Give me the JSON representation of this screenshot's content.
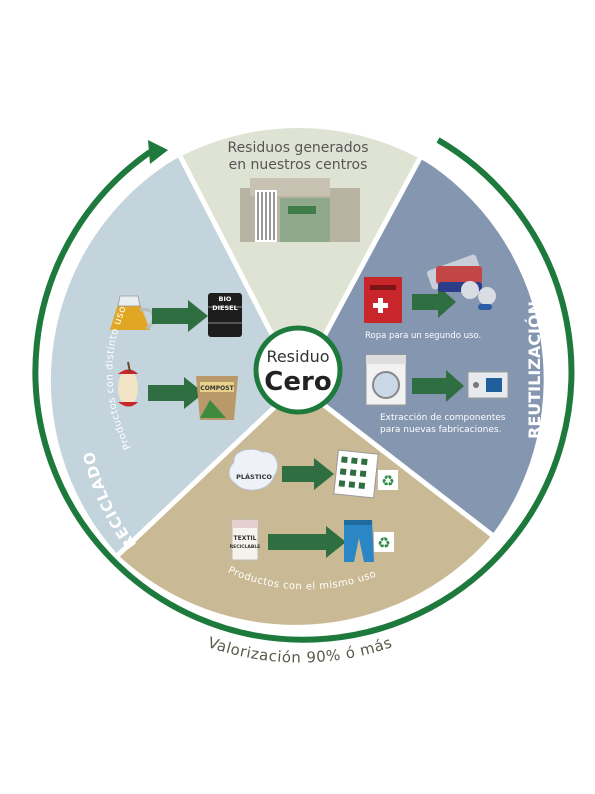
{
  "center": {
    "line1": "Residuo",
    "line2": "Cero"
  },
  "top_segment": {
    "line1": "Residuos generados",
    "line2": "en nuestros centros"
  },
  "right_segment": {
    "title": "REUTILIZACIÓN",
    "item1": "Ropa para un segundo uso.",
    "item2_line1": "Extracción de componentes",
    "item2_line2": "para nuevas fabricaciones."
  },
  "left_segment": {
    "title": "RECICLADO",
    "arc_text": "Productos con distinto uso",
    "label_biodiesel_1": "BIO",
    "label_biodiesel_2": "DIESEL",
    "label_compost": "COMPOST"
  },
  "bottom_segment": {
    "arc_text": "Productos con el mismo uso",
    "label_plastico": "PLÁSTICO",
    "label_textil_1": "TEXTIL",
    "label_textil_2": "RECICLABLE"
  },
  "footer": {
    "valorizacion": "Valorización  90% ó más"
  },
  "colors": {
    "green": "#1e7a3c",
    "top": "#dfe3d4",
    "right": "#8496b0",
    "left": "#c3d4dc",
    "bottom": "#c9b994",
    "text_dark": "#5a5a4a"
  }
}
